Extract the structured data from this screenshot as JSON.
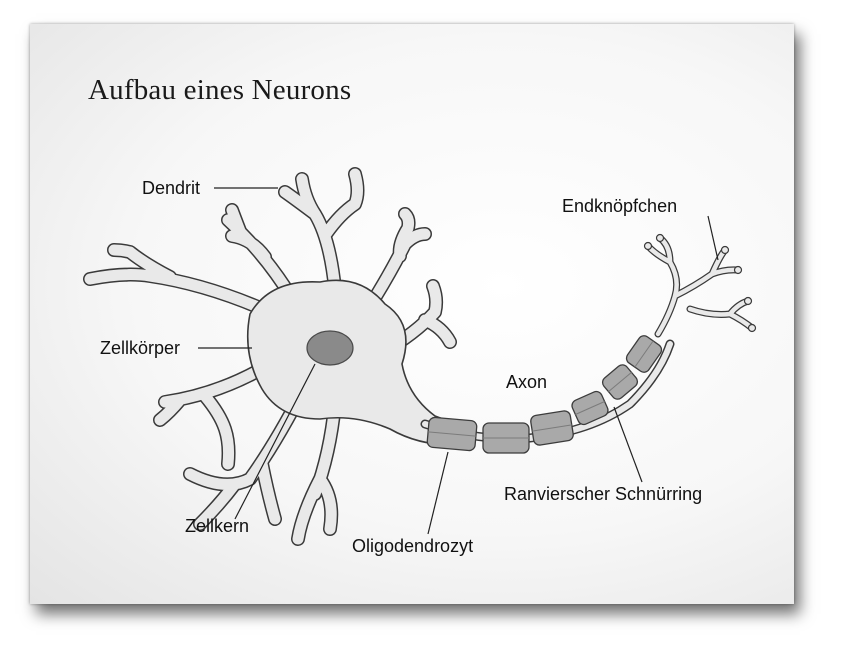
{
  "title": "Aufbau eines Neurons",
  "labels": {
    "dendrit": "Dendrit",
    "zellkoerper": "Zellkörper",
    "zellkern": "Zellkern",
    "oligodendrozyt": "Oligodendrozyt",
    "axon": "Axon",
    "ranvier": "Ranvierscher Schnürring",
    "endknoepfchen": "Endknöpfchen"
  },
  "colors": {
    "cell_fill": "#e9e9e9",
    "outline": "#3a3a3a",
    "nucleus": "#8a8a8a",
    "myelin": "#a9a9a9"
  }
}
